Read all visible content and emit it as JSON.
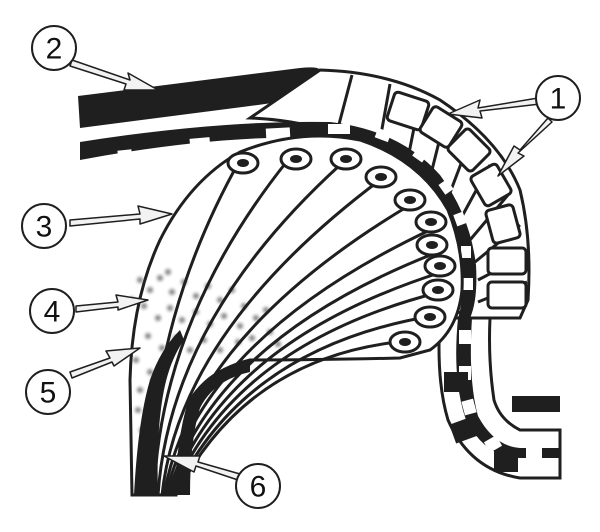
{
  "diagram": {
    "callouts": [
      {
        "id": "c1",
        "label": "1"
      },
      {
        "id": "c2",
        "label": "2"
      },
      {
        "id": "c3",
        "label": "3"
      },
      {
        "id": "c4",
        "label": "4"
      },
      {
        "id": "c5",
        "label": "5"
      },
      {
        "id": "c6",
        "label": "6"
      }
    ],
    "colors": {
      "ink": "#1f1f1f",
      "paper": "#ffffff",
      "arrow_fill": "#f2f2f2",
      "stipple": "#5a5a5a"
    }
  }
}
